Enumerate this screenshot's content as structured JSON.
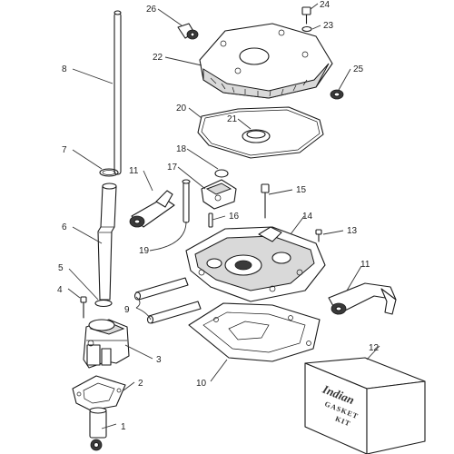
{
  "diagram": {
    "callouts": [
      {
        "id": "c1",
        "label": "1"
      },
      {
        "id": "c2",
        "label": "2"
      },
      {
        "id": "c3",
        "label": "3"
      },
      {
        "id": "c4",
        "label": "4"
      },
      {
        "id": "c5",
        "label": "5"
      },
      {
        "id": "c6",
        "label": "6"
      },
      {
        "id": "c7",
        "label": "7"
      },
      {
        "id": "c8",
        "label": "8"
      },
      {
        "id": "c9",
        "label": "9"
      },
      {
        "id": "c10",
        "label": "10"
      },
      {
        "id": "c11a",
        "label": "11"
      },
      {
        "id": "c11b",
        "label": "11"
      },
      {
        "id": "c12",
        "label": "12"
      },
      {
        "id": "c13",
        "label": "13"
      },
      {
        "id": "c14",
        "label": "14"
      },
      {
        "id": "c15",
        "label": "15"
      },
      {
        "id": "c16",
        "label": "16"
      },
      {
        "id": "c17",
        "label": "17"
      },
      {
        "id": "c18",
        "label": "18"
      },
      {
        "id": "c19",
        "label": "19"
      },
      {
        "id": "c20",
        "label": "20"
      },
      {
        "id": "c21",
        "label": "21"
      },
      {
        "id": "c22",
        "label": "22"
      },
      {
        "id": "c23",
        "label": "23"
      },
      {
        "id": "c24",
        "label": "24"
      },
      {
        "id": "c25",
        "label": "25"
      },
      {
        "id": "c26",
        "label": "26"
      }
    ],
    "gasket_kit_box": {
      "brand": "Indian",
      "line1": "GASKET",
      "line2": "KIT"
    }
  }
}
